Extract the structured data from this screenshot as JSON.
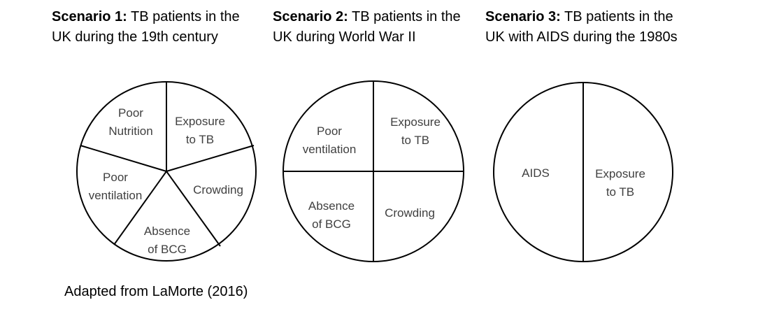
{
  "scenarios": [
    {
      "bold": "Scenario 1:",
      "rest": " TB patients in the UK during the 19th century",
      "segments": [
        [
          "Poor",
          "Nutrition"
        ],
        [
          "Exposure",
          "to TB"
        ],
        [
          "Crowding"
        ],
        [
          "Absence",
          "of BCG"
        ],
        [
          "Poor",
          "ventilation"
        ]
      ]
    },
    {
      "bold": "Scenario 2:",
      "rest": " TB patients in the UK during World War II",
      "segments": [
        [
          "Poor",
          "ventilation"
        ],
        [
          "Exposure",
          "to TB"
        ],
        [
          "Absence",
          "of BCG"
        ],
        [
          "Crowding"
        ]
      ]
    },
    {
      "bold": "Scenario 3:",
      "rest": " TB patients in the UK with AIDS during the 1980s",
      "segments": [
        [
          "AIDS"
        ],
        [
          "Exposure",
          "to TB"
        ]
      ]
    }
  ],
  "footer": "Adapted from LaMorte (2016)"
}
